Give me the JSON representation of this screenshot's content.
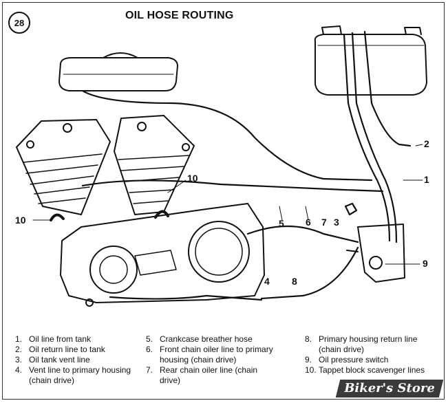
{
  "figure_number": "28",
  "title": "OIL HOSE ROUTING",
  "callouts": {
    "c1": "1",
    "c2": "2",
    "c3": "3",
    "c4": "4",
    "c5": "5",
    "c6": "6",
    "c7": "7",
    "c8": "8",
    "c9": "9",
    "c10_left": "10",
    "c10_right": "10"
  },
  "legend": [
    {
      "num": "1.",
      "text": "Oil line from tank"
    },
    {
      "num": "2.",
      "text": "Oil return line to tank"
    },
    {
      "num": "3.",
      "text": "Oil tank vent line"
    },
    {
      "num": "4.",
      "text": "Vent line to primary housing (chain drive)"
    },
    {
      "num": "5.",
      "text": "Crankcase breather hose"
    },
    {
      "num": "6.",
      "text": "Front chain oiler line to primary housing (chain drive)"
    },
    {
      "num": "7.",
      "text": "Rear chain oiler line (chain drive)"
    },
    {
      "num": "8.",
      "text": "Primary housing return line (chain drive)"
    },
    {
      "num": "9.",
      "text": "Oil pressure switch"
    },
    {
      "num": "10.",
      "text": "Tappet block scavenger lines"
    }
  ],
  "watermark": "Biker's Store"
}
